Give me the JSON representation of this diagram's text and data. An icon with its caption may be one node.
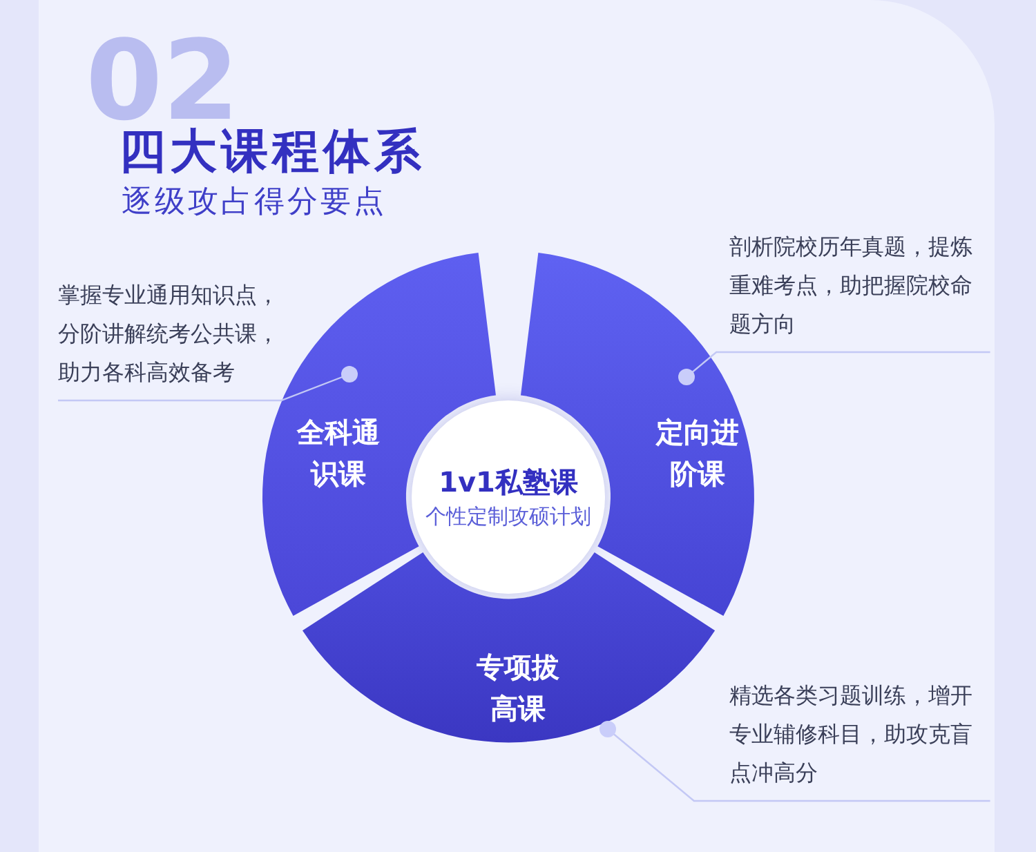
{
  "diagram": {
    "title": "四大课程体系",
    "nodes": [
      {
        "text": [
          "1v1私塾课",
          "个性定制攻硕计划"
        ]
      },
      {
        "text": [
          "全科通识课"
        ]
      },
      {
        "text": [
          "定向进阶课"
        ]
      },
      {
        "text": [
          "专项拔高课"
        ]
      },
      {
        "text": [
          "掌握专业通用知识点，分阶讲解统考公共课，助力各科高效备考"
        ]
      },
      {
        "text": [
          "剖析院校历年真题，提炼重难考点，助把握院校命题方向"
        ]
      },
      {
        "text": [
          "精选各类习题训练，增开专业辅修科目，助攻克盲点冲高分"
        ]
      }
    ],
    "edges": [
      {
        "from": 4,
        "to": 1,
        "arrow": "other"
      },
      {
        "from": 5,
        "to": 2,
        "arrow": "other"
      },
      {
        "from": 6,
        "to": 3,
        "arrow": "other"
      }
    ],
    "labels": [
      "02",
      "逐级攻占得分要点"
    ]
  }
}
